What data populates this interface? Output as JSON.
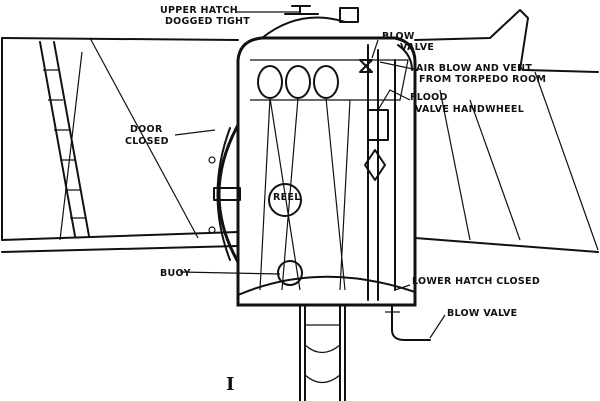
{
  "labels": {
    "upper_hatch_1": "UPPER HATCH",
    "upper_hatch_2": "DOGGED TIGHT",
    "blow_valve_top_1": "BLOW",
    "blow_valve_top_2": "VALVE",
    "air_blow_1": "AIR BLOW AND VENT",
    "air_blow_2": "FROM TORPEDO ROOM",
    "flood_1": "FLOOD",
    "flood_2": "VALVE HANDWHEEL",
    "door_1": "DOOR",
    "door_2": "CLOSED",
    "reel": "REEL",
    "buoy": "BUOY",
    "lower_hatch": "LOWER HATCH CLOSED",
    "blow_valve_bottom": "BLOW VALVE",
    "figure_number": "I"
  }
}
